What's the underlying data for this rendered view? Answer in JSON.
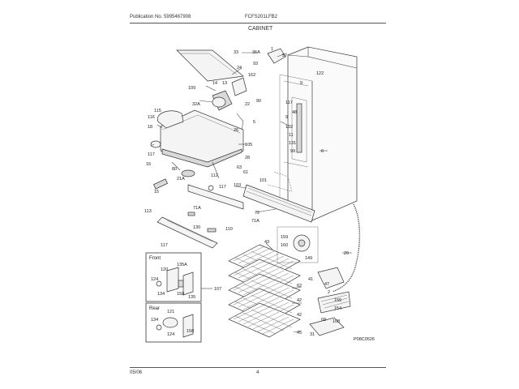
{
  "header": {
    "publication": "Publication No. 5995467908",
    "model": "FCFS201LFB2",
    "section": "CABINET"
  },
  "footer": {
    "date": "05/06",
    "page": "4"
  },
  "diagram_code": "P08C0526",
  "insets": {
    "front": {
      "title": "Front",
      "labels": [
        "135A",
        "120",
        "124",
        "134",
        "158",
        "135"
      ]
    },
    "rear": {
      "title": "Rear",
      "labels": [
        "121",
        "134",
        "124",
        "158"
      ]
    },
    "callout_107": "107"
  },
  "callouts": [
    {
      "id": "33",
      "text": "33"
    },
    {
      "id": "36A",
      "text": "36A"
    },
    {
      "id": "1",
      "text": "1"
    },
    {
      "id": "57",
      "text": "57"
    },
    {
      "id": "24",
      "text": "24"
    },
    {
      "id": "93",
      "text": "93"
    },
    {
      "id": "162",
      "text": "162"
    },
    {
      "id": "14",
      "text": "14"
    },
    {
      "id": "13",
      "text": "13"
    },
    {
      "id": "9",
      "text": "9"
    },
    {
      "id": "122",
      "text": "122"
    },
    {
      "id": "109",
      "text": "109"
    },
    {
      "id": "90",
      "text": "90"
    },
    {
      "id": "22",
      "text": "22"
    },
    {
      "id": "32A",
      "text": "32A"
    },
    {
      "id": "115",
      "text": "115"
    },
    {
      "id": "116",
      "text": "116"
    },
    {
      "id": "117a",
      "text": "117"
    },
    {
      "id": "18",
      "text": "18"
    },
    {
      "id": "5",
      "text": "5"
    },
    {
      "id": "48",
      "text": "48"
    },
    {
      "id": "9a",
      "text": "9"
    },
    {
      "id": "26",
      "text": "26"
    },
    {
      "id": "102",
      "text": "102"
    },
    {
      "id": "11",
      "text": "11"
    },
    {
      "id": "131",
      "text": "131"
    },
    {
      "id": "6",
      "text": "6"
    },
    {
      "id": "99",
      "text": "99"
    },
    {
      "id": "105",
      "text": "105"
    },
    {
      "id": "117b",
      "text": "117"
    },
    {
      "id": "16",
      "text": "16"
    },
    {
      "id": "80",
      "text": "80"
    },
    {
      "id": "28",
      "text": "28"
    },
    {
      "id": "63",
      "text": "63"
    },
    {
      "id": "101",
      "text": "101"
    },
    {
      "id": "61",
      "text": "61"
    },
    {
      "id": "21A",
      "text": "21A"
    },
    {
      "id": "112",
      "text": "112"
    },
    {
      "id": "117c",
      "text": "117"
    },
    {
      "id": "103",
      "text": "103"
    },
    {
      "id": "15",
      "text": "15"
    },
    {
      "id": "113",
      "text": "113"
    },
    {
      "id": "71Aa",
      "text": "71A"
    },
    {
      "id": "72",
      "text": "72"
    },
    {
      "id": "71Ab",
      "text": "71A"
    },
    {
      "id": "130",
      "text": "130"
    },
    {
      "id": "110",
      "text": "110"
    },
    {
      "id": "117d",
      "text": "117"
    },
    {
      "id": "43",
      "text": "43"
    },
    {
      "id": "159",
      "text": "159"
    },
    {
      "id": "160",
      "text": "160"
    },
    {
      "id": "149",
      "text": "149"
    },
    {
      "id": "29",
      "text": "29"
    },
    {
      "id": "62",
      "text": "62"
    },
    {
      "id": "42a",
      "text": "42"
    },
    {
      "id": "42b",
      "text": "42"
    },
    {
      "id": "41",
      "text": "41"
    },
    {
      "id": "47",
      "text": "47"
    },
    {
      "id": "45",
      "text": "45"
    },
    {
      "id": "31",
      "text": "31"
    },
    {
      "id": "2",
      "text": "2"
    },
    {
      "id": "155",
      "text": "155"
    },
    {
      "id": "154",
      "text": "154"
    },
    {
      "id": "68",
      "text": "68"
    },
    {
      "id": "108",
      "text": "108"
    }
  ]
}
